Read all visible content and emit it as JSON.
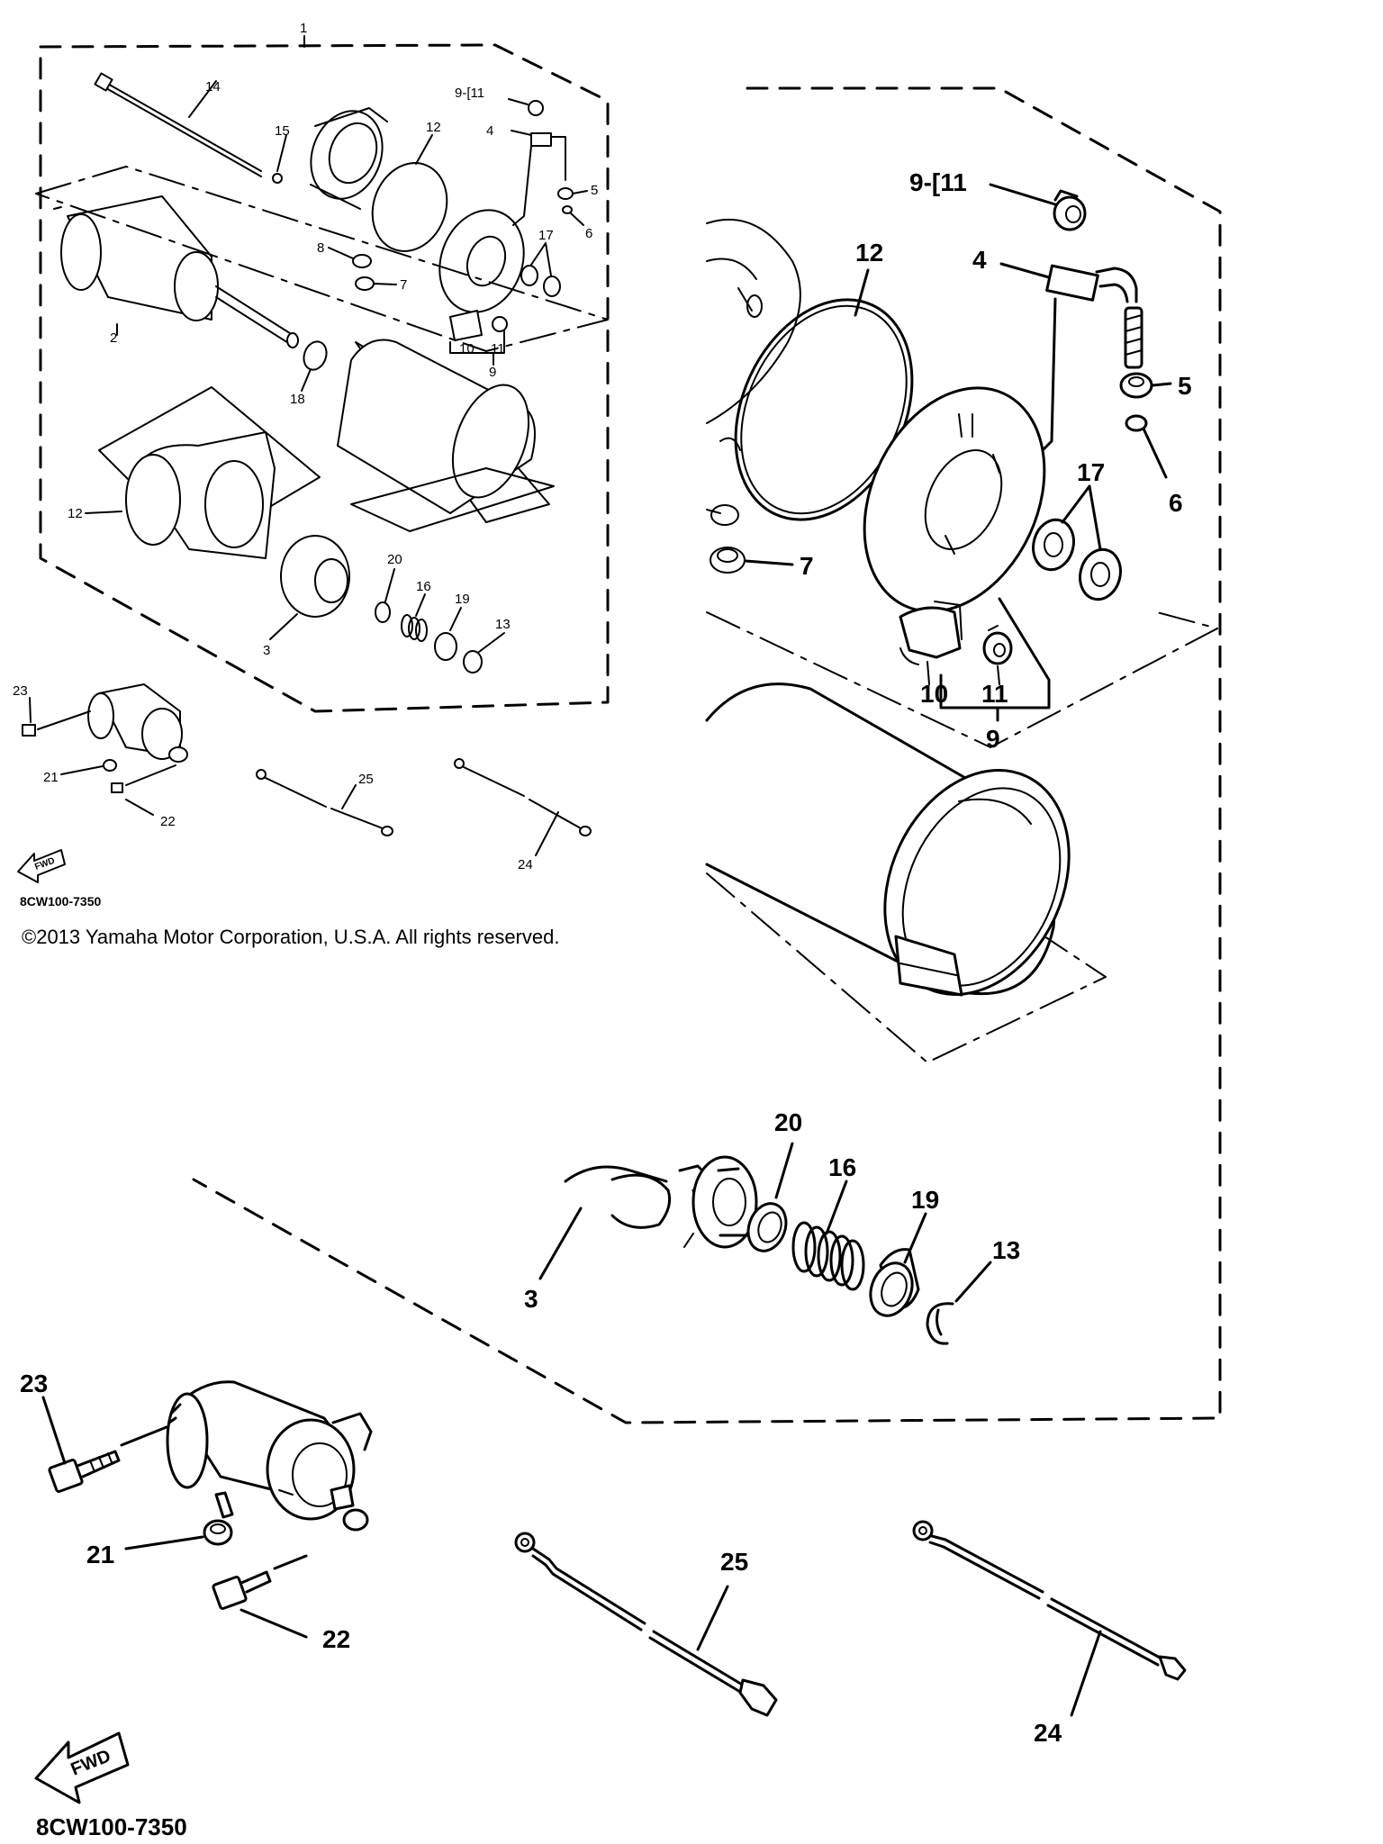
{
  "copyright": "©2013 Yamaha Motor Corporation, U.S.A. All rights reserved.",
  "diagram_code": "8CW100-7350",
  "fwd_label": "FWD",
  "small_labels": {
    "l1": "1",
    "l14": "14",
    "l15": "15",
    "l12a": "12",
    "l9_11": "9-[11",
    "l4": "4",
    "l5": "5",
    "l6": "6",
    "l8": "8",
    "l7": "7",
    "l17": "17",
    "l2": "2",
    "l10": "10",
    "l11": "11",
    "l9": "9",
    "l18": "18",
    "l12b": "12",
    "l20": "20",
    "l16": "16",
    "l19": "19",
    "l13": "13",
    "l3": "3",
    "l23": "23",
    "l21": "21",
    "l22": "22",
    "l25": "25",
    "l24": "24"
  },
  "big_labels": {
    "l9_11": "9-[11",
    "l12": "12",
    "l4": "4",
    "l5": "5",
    "l6": "6",
    "l17": "17",
    "l7": "7",
    "l10": "10",
    "l11": "11",
    "l9": "9",
    "l20": "20",
    "l16": "16",
    "l19": "19",
    "l13": "13",
    "l3": "3",
    "l23": "23",
    "l21": "21",
    "l22": "22",
    "l25": "25",
    "l24": "24"
  }
}
